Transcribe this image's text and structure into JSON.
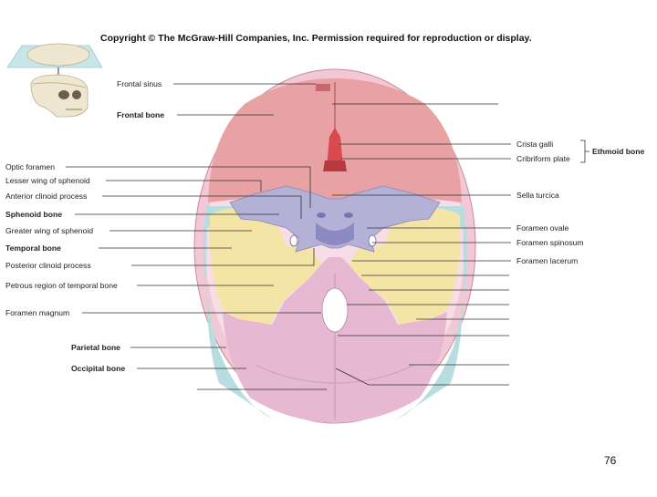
{
  "copyright": "Copyright © The McGraw-Hill Companies, Inc. Permission required for reproduction or display.",
  "page_number": "76",
  "labels_left": {
    "frontal_sinus": "Frontal sinus",
    "frontal_bone": "Frontal bone",
    "optic_foramen": "Optic foramen",
    "lesser_wing": "Lesser wing of sphenoid",
    "anterior_clinoid": "Anterior clinoid process",
    "sphenoid_bone": "Sphenoid bone",
    "greater_wing": "Greater wing of sphenoid",
    "temporal_bone": "Temporal bone",
    "posterior_clinoid": "Posterior clinoid process",
    "petrous_region": "Petrous region of temporal bone",
    "foramen_magnum": "Foramen magnum",
    "parietal_bone": "Parietal bone",
    "occipital_bone": "Occipital bone"
  },
  "labels_right": {
    "crista_galli": "Crista galli",
    "cribriform_plate": "Cribriform plate",
    "ethmoid_bone": "Ethmoid bone",
    "sella_turcica": "Sella turcica",
    "foramen_ovale": "Foramen ovale",
    "foramen_spinosum": "Foramen spinosum",
    "foramen_lacerum": "Foramen lacerum"
  },
  "colors": {
    "frontal": "#e8a2a3",
    "sphenoid": "#b4b1d6",
    "temporal": "#f4e5a6",
    "occipital": "#e6b8d2",
    "parietal": "#b7dde0",
    "rim": "#f2c8d4",
    "skull_icon": "#efe6cf"
  }
}
